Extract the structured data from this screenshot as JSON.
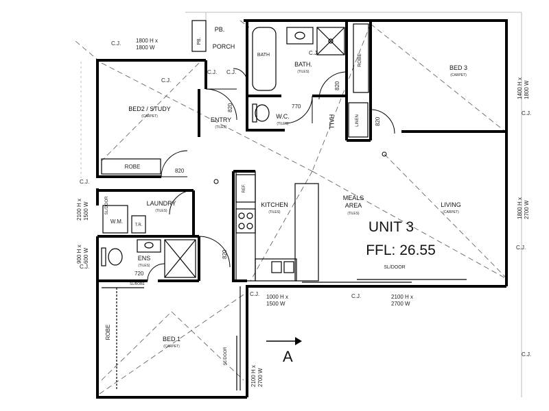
{
  "unit": {
    "title": "UNIT 3",
    "ffl": "FFL: 26.55"
  },
  "rooms": {
    "bed2": {
      "name": "BED2 / STUDY",
      "finish": "(CARPET)"
    },
    "bed3": {
      "name": "BED 3",
      "finish": "(CARPET)"
    },
    "bed1": {
      "name": "BED 1",
      "finish": "(CARPET)"
    },
    "bath": {
      "name": "BATH.",
      "finish": "(TILES)"
    },
    "wc": {
      "name": "W.C.",
      "finish": "(TILES)"
    },
    "entry": {
      "name": "ENTRY",
      "finish": "(TILES)"
    },
    "laundry": {
      "name": "LAUNDRY",
      "finish": "(TILES)"
    },
    "ens": {
      "name": "ENS",
      "finish": "(TILES)"
    },
    "kitchen": {
      "name": "KITCHEN",
      "finish": "(TILES)"
    },
    "meals": {
      "name_line1": "MEALS",
      "name_line2": "AREA",
      "finish": "(TILES)"
    },
    "living": {
      "name": "LIVING",
      "finish": "(CARPET)"
    },
    "porch": {
      "name": "PORCH"
    },
    "hall": {
      "name": "HALL"
    }
  },
  "fixtures": {
    "bath_tub": "BATH",
    "robe_bed3": "ROBE",
    "robe_bed2": "ROBE",
    "robe_bed1": "ROBE",
    "linen": "LINEN",
    "ref": "REF.",
    "wm": "W.M.",
    "tr": "T.R.",
    "pb_porch": "PB.",
    "pb_entry": "PB.",
    "sl_door_meals": "SL/DOOR",
    "sl_door_bed1": "SL/DOOR",
    "sl_door_laundry": "SL/DOOR",
    "sl_robe": "SL/ROBE"
  },
  "dimensions": {
    "door_820_entry": "820",
    "door_770_wc": "770",
    "door_820_bath": "820",
    "door_820_linen": "820",
    "door_820_bed2": "820",
    "door_820_kitchen": "820",
    "door_720_ens": "720",
    "win_porch_h": "1800 H x",
    "win_porch_w": "1800 W",
    "win_bed3_h": "1400 H x",
    "win_bed3_w": "1800 W",
    "win_living_h": "1800 H x",
    "win_living_w": "2700 W",
    "win_laundry_h": "2100 H x",
    "win_laundry_w": "1500 W",
    "win_ens_h": "900 H x",
    "win_ens_w": "600 W",
    "win_kitchen_h": "1000 H x",
    "win_kitchen_w": "1500 W",
    "win_meals_h": "2100 H x",
    "win_meals_w": "2700 W",
    "win_bed1_h": "2100 H x",
    "win_bed1_w": "2700 W"
  },
  "control_joints": {
    "cj1": "C.J.",
    "cj2": "C.J.",
    "cj3": "C.J.",
    "cj4": "C.J.",
    "cj5": "C.J.",
    "cj6": "C.J.",
    "cj7": "C.J.",
    "cj8": "C.J.",
    "cj9": "C.J.",
    "cj10": "C.J.",
    "cj11": "C.J.",
    "cj12": "C.J."
  },
  "section_marker": "A"
}
